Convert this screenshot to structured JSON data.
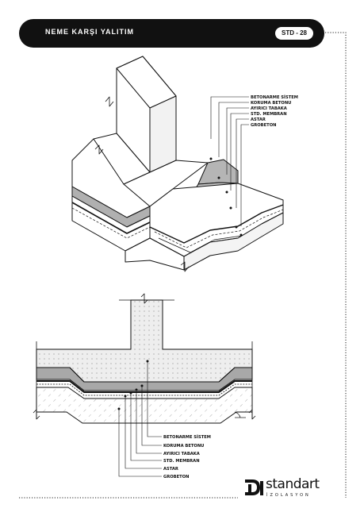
{
  "header": {
    "title": "NEME KARŞI YALITIM",
    "code": "STD - 28"
  },
  "layers": [
    "BETONARME SİSTEM",
    "KORUMA BETONU",
    "AYIRICI TABAKA",
    "STD. MEMBRAN",
    "ASTAR",
    "GROBETON"
  ],
  "brand": {
    "name": "standart",
    "tagline": "İZOLASYON"
  },
  "colors": {
    "header_bg": "#111111",
    "layer_gray": "#a8a8a8",
    "concrete_fill": "#eeeeee"
  }
}
